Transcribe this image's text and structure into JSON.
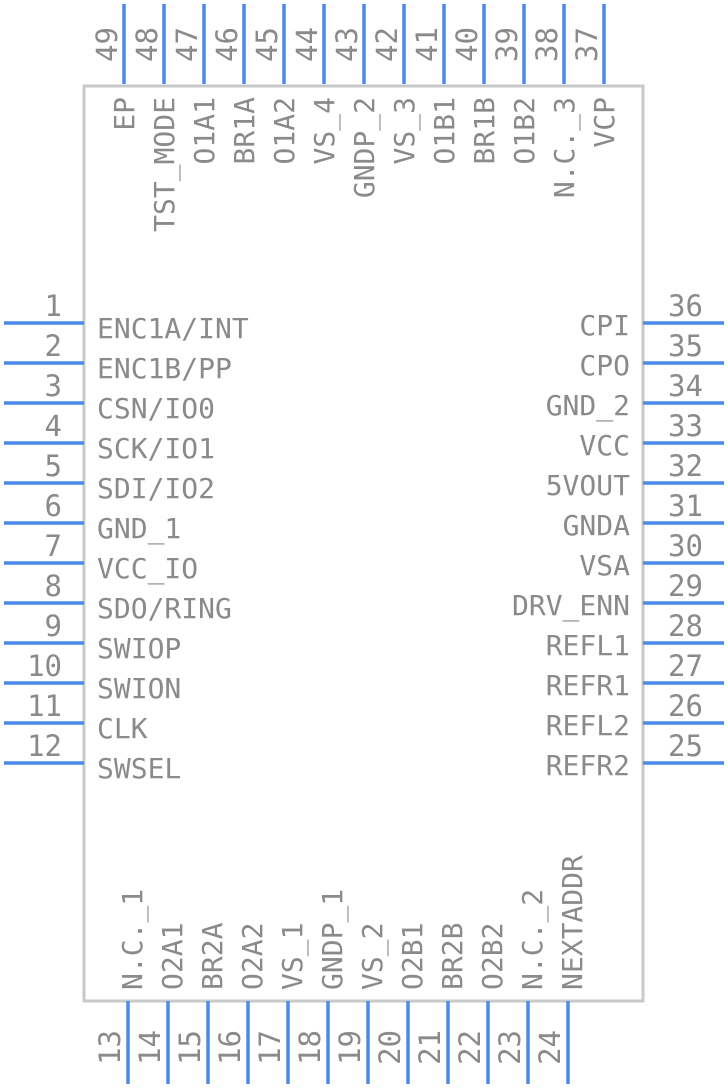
{
  "pins": {
    "left": [
      {
        "num": "1",
        "label": "ENC1A/INT"
      },
      {
        "num": "2",
        "label": "ENC1B/PP"
      },
      {
        "num": "3",
        "label": "CSN/IO0"
      },
      {
        "num": "4",
        "label": "SCK/IO1"
      },
      {
        "num": "5",
        "label": "SDI/IO2"
      },
      {
        "num": "6",
        "label": "GND_1"
      },
      {
        "num": "7",
        "label": "VCC_IO"
      },
      {
        "num": "8",
        "label": "SDO/RING"
      },
      {
        "num": "9",
        "label": "SWIOP"
      },
      {
        "num": "10",
        "label": "SWION"
      },
      {
        "num": "11",
        "label": "CLK"
      },
      {
        "num": "12",
        "label": "SWSEL"
      }
    ],
    "bottom": [
      {
        "num": "13",
        "label": "N.C._1"
      },
      {
        "num": "14",
        "label": "O2A1"
      },
      {
        "num": "15",
        "label": "BR2A"
      },
      {
        "num": "16",
        "label": "O2A2"
      },
      {
        "num": "17",
        "label": "VS_1"
      },
      {
        "num": "18",
        "label": "GNDP_1"
      },
      {
        "num": "19",
        "label": "VS_2"
      },
      {
        "num": "20",
        "label": "O2B1"
      },
      {
        "num": "21",
        "label": "BR2B"
      },
      {
        "num": "22",
        "label": "O2B2"
      },
      {
        "num": "23",
        "label": "N.C._2"
      },
      {
        "num": "24",
        "label": "NEXTADDR"
      }
    ],
    "right": [
      {
        "num": "25",
        "label": "REFR2"
      },
      {
        "num": "26",
        "label": "REFL2"
      },
      {
        "num": "27",
        "label": "REFR1"
      },
      {
        "num": "28",
        "label": "REFL1"
      },
      {
        "num": "29",
        "label": "DRV_ENN"
      },
      {
        "num": "30",
        "label": "VSA"
      },
      {
        "num": "31",
        "label": "GNDA"
      },
      {
        "num": "32",
        "label": "5VOUT"
      },
      {
        "num": "33",
        "label": "VCC"
      },
      {
        "num": "34",
        "label": "GND_2"
      },
      {
        "num": "35",
        "label": "CPO"
      },
      {
        "num": "36",
        "label": "CPI"
      }
    ],
    "top": [
      {
        "num": "37",
        "label": "VCP"
      },
      {
        "num": "38",
        "label": "N.C._3"
      },
      {
        "num": "39",
        "label": "O1B2"
      },
      {
        "num": "40",
        "label": "BR1B"
      },
      {
        "num": "41",
        "label": "O1B1"
      },
      {
        "num": "42",
        "label": "VS_3"
      },
      {
        "num": "43",
        "label": "GNDP_2"
      },
      {
        "num": "44",
        "label": "VS_4"
      },
      {
        "num": "45",
        "label": "O1A2"
      },
      {
        "num": "46",
        "label": "BR1A"
      },
      {
        "num": "47",
        "label": "O1A1"
      },
      {
        "num": "48",
        "label": "TST_MODE"
      },
      {
        "num": "49",
        "label": "EP"
      }
    ]
  },
  "colors": {
    "pin": "#4a8be8",
    "outline": "#c9c9c9",
    "text": "#8a8a8a"
  }
}
